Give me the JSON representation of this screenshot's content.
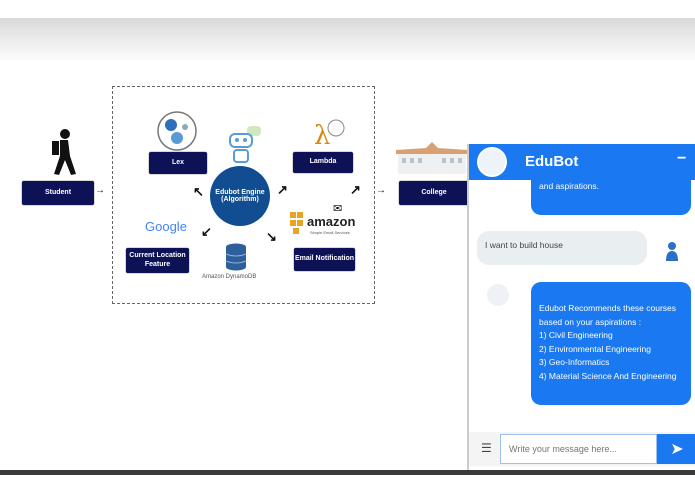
{
  "diagram": {
    "student": "Student",
    "lex": "Lex",
    "lambda": "Lambda",
    "engine": "Edubot Engine (Algorithm)",
    "google": "Google",
    "location": "Current Location Feature",
    "dynamodb": "Amazon DynamoDB",
    "amazon": "amazon",
    "amazon_sub": "Simple Email Services",
    "email": "Email Notification",
    "college": "College"
  },
  "chat": {
    "title": "EduBot",
    "minimize": "−",
    "messages": [
      {
        "from": "bot",
        "text": "and aspirations."
      },
      {
        "from": "user",
        "text": "I want to build house"
      },
      {
        "from": "bot",
        "lines": [
          "Edubot Recommends these courses based on your aspirations :",
          "1) Civil Engineering",
          "2) Environmental Engineering",
          "3) Geo-Informatics",
          "4) Material Science And Engineering"
        ]
      }
    ],
    "input_placeholder": "Write your message here...",
    "accent": "#1a78f0"
  }
}
